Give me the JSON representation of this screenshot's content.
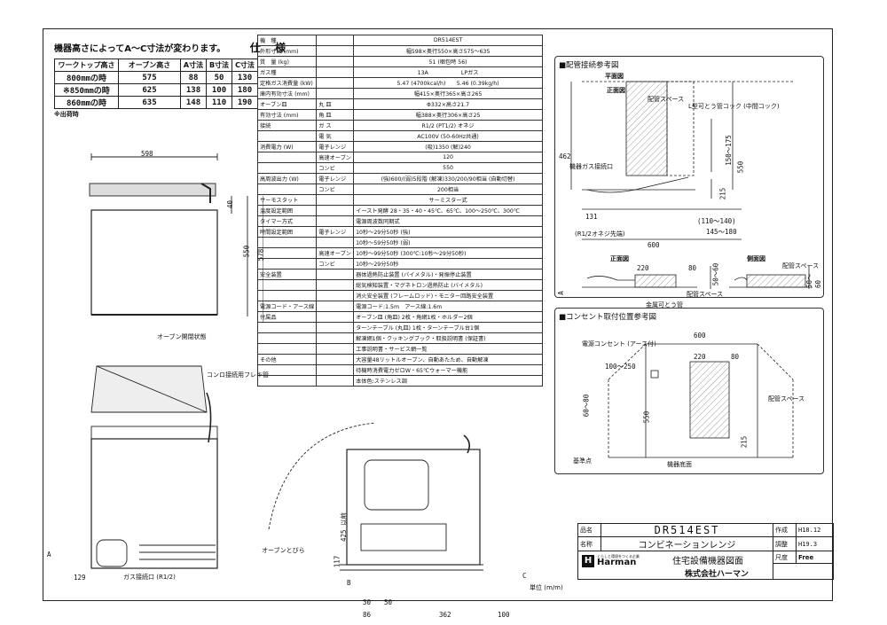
{
  "abc_table": {
    "title": "機器高さによってA～C寸法が変わります。",
    "spec_heading": "仕 様",
    "headers": [
      "ワークトップ高さ",
      "オーブン高さ",
      "A寸法",
      "B寸法",
      "C寸法"
    ],
    "rows": [
      [
        "800mmの時",
        "575",
        "88",
        "50",
        "130"
      ],
      [
        "※850mmの時",
        "625",
        "138",
        "100",
        "180"
      ],
      [
        "860mmの時",
        "635",
        "148",
        "110",
        "190"
      ]
    ],
    "note": "※出荷時"
  },
  "spec": {
    "rows": [
      [
        "機　種",
        "",
        "DR514EST"
      ],
      [
        "外形寸法 (mm)",
        "",
        "幅598×奥行550×高さ575～635"
      ],
      [
        "質　量 (kg)",
        "",
        "51 (梱包時 56)"
      ],
      [
        "ガス種",
        "",
        "13A　　　　　　LPガス"
      ],
      [
        "定格ガス消費量 (kW)",
        "",
        "5.47 (4700kcal/h)　　5.46 (0.39kg/h)"
      ],
      [
        "庫内有効寸法 (mm)",
        "",
        "幅415×奥行365×高さ265"
      ],
      [
        "オーブン皿",
        "丸 皿",
        "Φ332×高さ21.7"
      ],
      [
        "有効寸法 (mm)",
        "角 皿",
        "幅388×奥行306×高さ25"
      ],
      [
        "接続",
        "ガ ス",
        "R1/2 (PT1/2) オネジ"
      ],
      [
        "",
        "電 気",
        "AC100V (50-60Hz共通)"
      ],
      [
        "消費電力 (W)",
        "電子レンジ",
        "(吸)1350 (解)240"
      ],
      [
        "",
        "高速オーブン",
        "120"
      ],
      [
        "",
        "コンビ",
        "550"
      ],
      [
        "高周波出力 (W)",
        "電子レンジ",
        "(強)600/(弱)5段階 (解凍)330/200/90相当 (自動切替)"
      ],
      [
        "",
        "コンビ",
        "200相当"
      ],
      [
        "サーモスタット",
        "",
        "サーミスター式"
      ],
      [
        "温度設定範囲",
        "",
        "イースト発酵 28・35・40・45℃、65℃、100～250℃、300℃"
      ],
      [
        "タイマー方式",
        "",
        "電源周波数同期式"
      ],
      [
        "時間設定範囲",
        "電子レンジ",
        "10秒～29分50秒 (強)"
      ],
      [
        "",
        "",
        "10秒～59分50秒 (弱)"
      ],
      [
        "",
        "高速オーブン",
        "10秒～99分50秒 (300℃:10秒～29分50秒)"
      ],
      [
        "",
        "コンビ",
        "10秒～29分50秒"
      ],
      [
        "安全装置",
        "",
        "器体過熱防止装置 (バイメタル)・発振停止装置"
      ],
      [
        "",
        "",
        "総気検知装置・マグネトロン過熱防止 (バイメタル)"
      ],
      [
        "",
        "",
        "消火安全装置 (フレームロッド)・モニター回路安全装置"
      ],
      [
        "電源コード・アース線",
        "",
        "電源コード:1.5m　アース線:1.6m"
      ],
      [
        "付属品",
        "",
        "オーブン皿 (角皿) 2枚・角網1枚・ホルダー2個"
      ],
      [
        "",
        "",
        "ターンテーブル (丸皿) 1枚・ターンテーブル台1個"
      ],
      [
        "",
        "",
        "解凍網1個・クッキングブック・取扱説明書 (保証書)"
      ],
      [
        "",
        "",
        "工事説明書・サービス網一覧"
      ],
      [
        "その他",
        "",
        "大容量48リットルオーブン、自動あたため、自動解凍"
      ],
      [
        "",
        "",
        "待機時消費電力ゼロW・65℃ウォーマー機能"
      ],
      [
        "",
        "",
        "本体色:ステンレス調"
      ]
    ]
  },
  "pipe_section": {
    "title": "■配管接続参考図",
    "plan_label": "平面図",
    "labels": {
      "space": "配管スペース",
      "cock": "L型可とう管コック (中間コック)",
      "gas_inlet": "機器ガス接続口",
      "thread": "(R1/2オネジ先端)",
      "front": "正面図",
      "side": "側面図",
      "flex": "金属可とう管"
    },
    "dims": [
      "462",
      "150～175",
      "215",
      "550",
      "131",
      "(110～140)",
      "145～180",
      "600",
      "220",
      "80",
      "50～60",
      "A"
    ]
  },
  "outlet_section": {
    "title": "■コンセント取付位置参考図",
    "labels": {
      "outlet": "電源コンセント (アース付)",
      "space": "配管スペース",
      "base": "基準点",
      "bottom": "機器底面"
    },
    "dims": [
      "600",
      "100～250",
      "220",
      "80",
      "60～80",
      "550",
      "215"
    ]
  },
  "front_view": {
    "dims": [
      "598",
      "40",
      "550",
      "578",
      "129",
      "A"
    ],
    "labels": {
      "oven_open": "オーブン開閉状態",
      "combo_cable": "コンロ接続用フレキ管",
      "gas_port": "ガス接続口 (R1/2)"
    }
  },
  "side_view": {
    "dims": [
      "425 以前",
      "117",
      "B",
      "C",
      "30",
      "50",
      "86",
      "362",
      "100"
    ],
    "labels": {
      "door_swing": "オーブンとびら"
    }
  },
  "title_block": {
    "model_label": "品名",
    "model": "DR514EST",
    "name_label": "名称",
    "name": "コンビネーションレンジ",
    "drawing": "住宅設備機器図面",
    "brand": "Harman",
    "brand_sub": "くらしと環境をつくる企業",
    "company": "株式会社ハーマン",
    "created_label": "作成",
    "created": "H18.12",
    "revised_label": "調整",
    "revised": "H19.3",
    "scale_label": "尺度",
    "scale": "Free",
    "unit": "単位 (m/m)"
  }
}
